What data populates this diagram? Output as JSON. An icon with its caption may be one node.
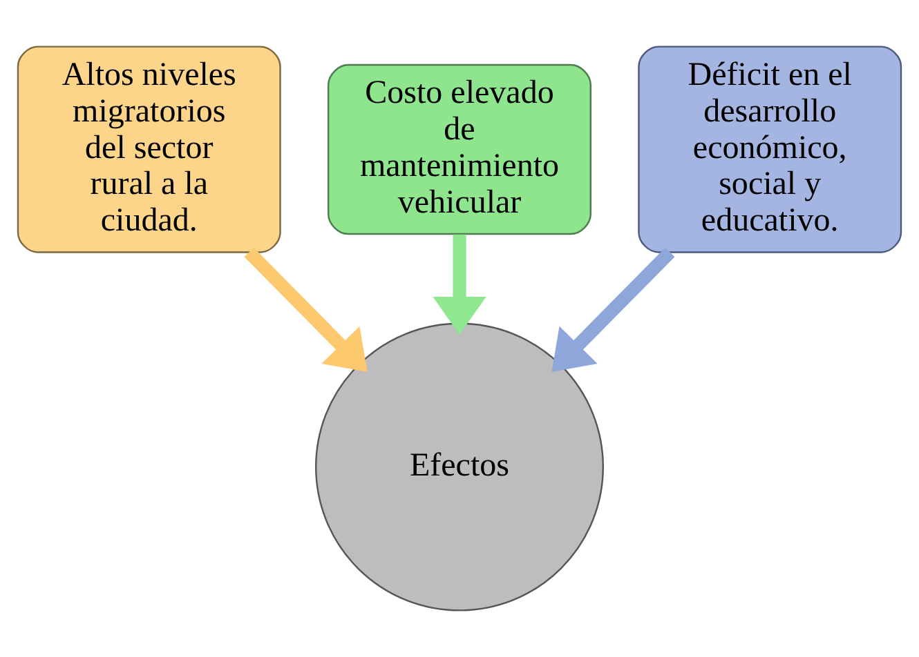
{
  "diagram": {
    "nodes": [
      {
        "text": [
          "Altos niveles migratorios del sector rural a la ciudad."
        ]
      },
      {
        "text": [
          "Costo elevado de mantenimiento vehicular"
        ]
      },
      {
        "text": [
          "Déficit en el desarrollo económico, social y educativo."
        ]
      },
      {
        "text": [
          "Efectos"
        ]
      }
    ],
    "edges": [
      {
        "from": 0,
        "to": 3,
        "arrow": "to",
        "color": "#fcc96e"
      },
      {
        "from": 1,
        "to": 3,
        "arrow": "to",
        "color": "#8fe88f"
      },
      {
        "from": 2,
        "to": 3,
        "arrow": "to",
        "color": "#8ea6da"
      }
    ]
  }
}
